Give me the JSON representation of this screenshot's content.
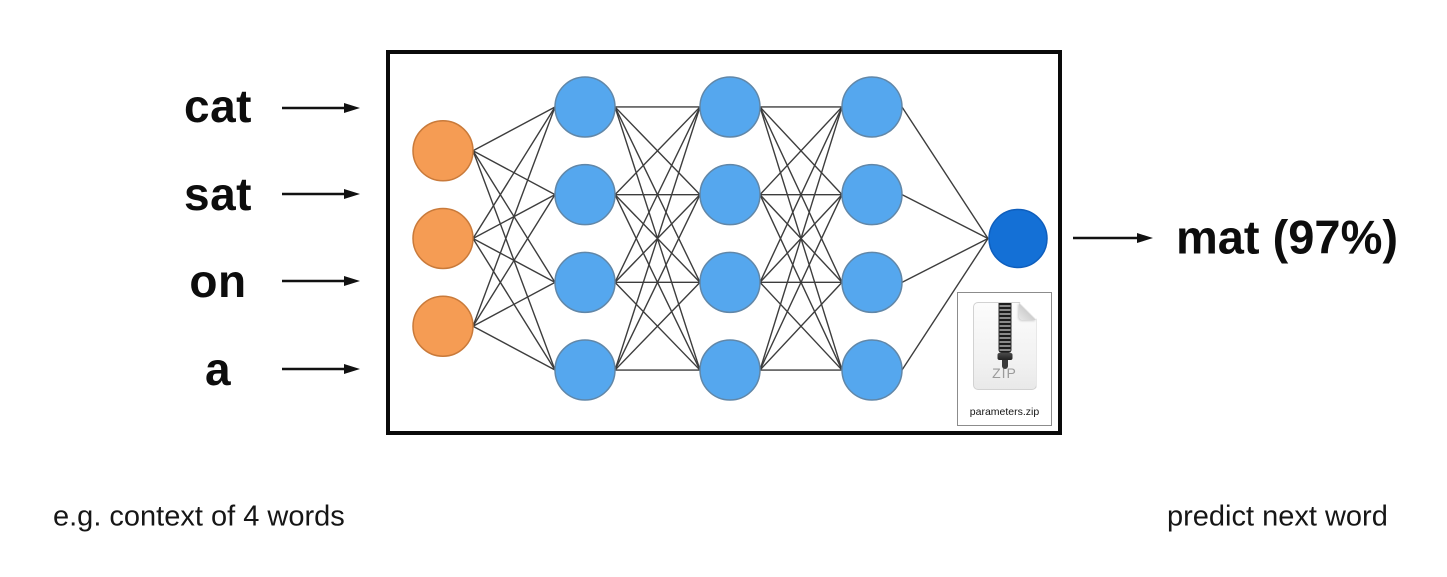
{
  "inputs": [
    {
      "word": "cat"
    },
    {
      "word": "sat"
    },
    {
      "word": "on"
    },
    {
      "word": "a"
    }
  ],
  "prediction": {
    "label": "mat (97%)"
  },
  "captions": {
    "left": "e.g. context of 4 words",
    "right": "predict next word"
  },
  "zip_file": {
    "badge": "ZIP",
    "filename": "parameters.zip"
  },
  "network": {
    "layers": [
      {
        "role": "input",
        "count": 3
      },
      {
        "role": "hidden",
        "count": 4
      },
      {
        "role": "hidden",
        "count": 4
      },
      {
        "role": "hidden",
        "count": 4
      },
      {
        "role": "output",
        "count": 1
      }
    ],
    "node_colors": {
      "input": "#F59C54",
      "hidden": "#55A7EE",
      "output": "#1470D6"
    },
    "node_borders": {
      "input": "#C97A3A",
      "hidden": "#6187A8",
      "output": "#0F5EBC"
    },
    "edge_color": "#3d3d3d",
    "arrow_color": "#111111"
  }
}
